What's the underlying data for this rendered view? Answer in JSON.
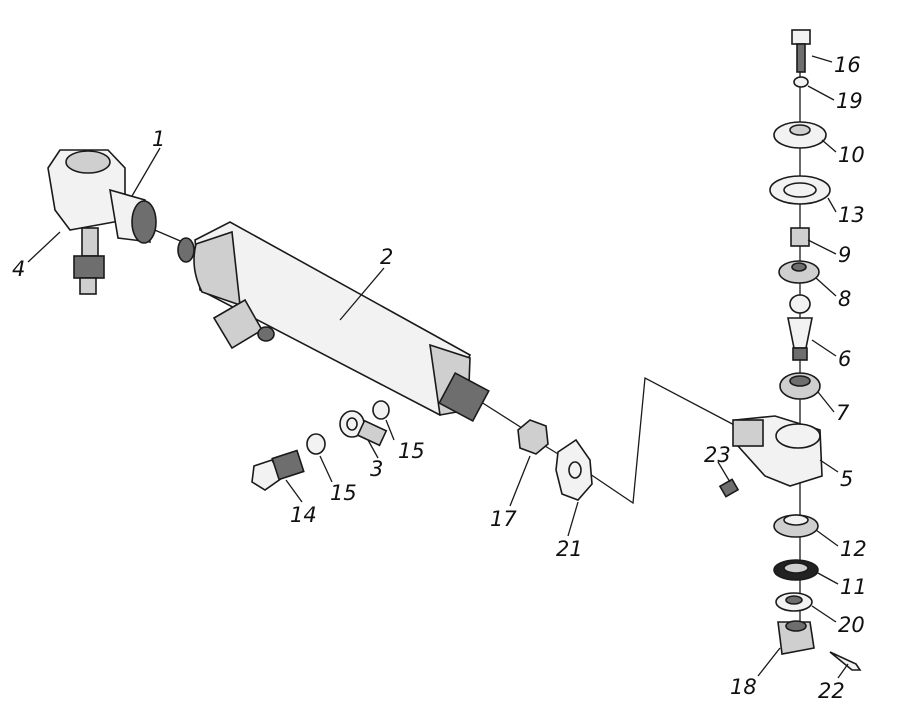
{
  "diagram": {
    "labels": {
      "p1": "1",
      "p2": "2",
      "p3": "3",
      "p4": "4",
      "p5": "5",
      "p6": "6",
      "p7": "7",
      "p8": "8",
      "p9": "9",
      "p10": "10",
      "p11": "11",
      "p12": "12",
      "p13": "13",
      "p14": "14",
      "p15a": "15",
      "p15b": "15",
      "p16": "16",
      "p17": "17",
      "p18": "18",
      "p19": "19",
      "p20": "20",
      "p21": "21",
      "p22": "22",
      "p23": "23"
    }
  }
}
